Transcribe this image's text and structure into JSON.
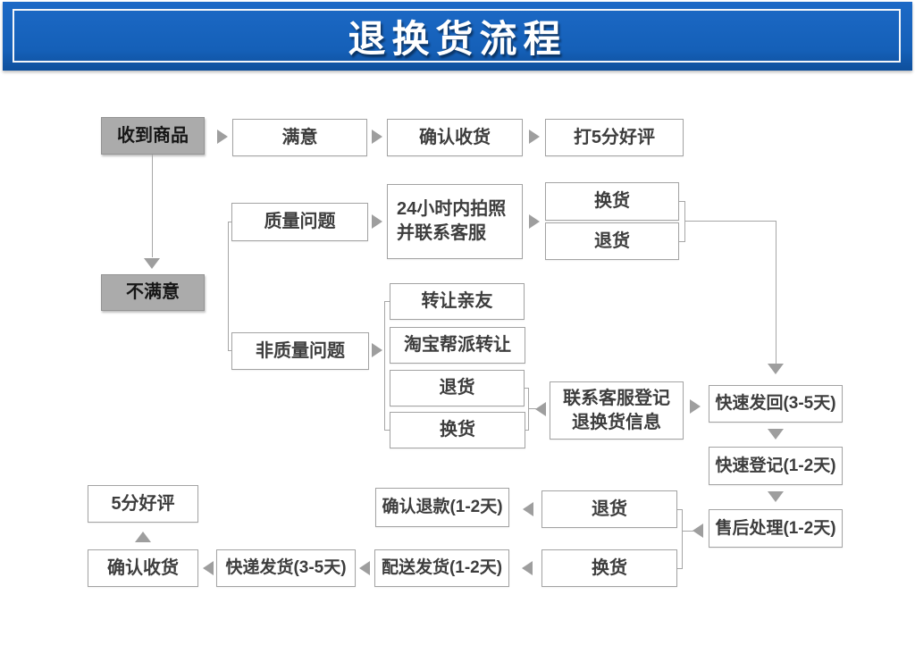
{
  "banner": {
    "title": "退换货流程"
  },
  "accent_color": "#1560b8",
  "nodes": {
    "received": "收到商品",
    "satisfied": "满意",
    "confirm_receipt_top": "确认收货",
    "five_star_top": "打5分好评",
    "quality_issue": "质量问题",
    "photo_24h": "24小时内拍照\n并联系客服",
    "exchange_r2": "换货",
    "return_r2": "退货",
    "unsatisfied": "不满意",
    "non_quality_issue": "非质量问题",
    "transfer_friends": "转让亲友",
    "taobao_transfer": "淘宝帮派转让",
    "return_mid": "退货",
    "exchange_mid": "换货",
    "contact_cs": "联系客服登记\n退换货信息",
    "fast_send_back": "快速发回(3-5天)",
    "fast_register": "快速登记(1-2天)",
    "aftersales": "售后处理(1-2天)",
    "return_bottom": "退货",
    "exchange_bottom": "换货",
    "confirm_refund": "确认退款(1-2天)",
    "delivery_ship": "配送发货(1-2天)",
    "express_ship": "快递发货(3-5天)",
    "confirm_receipt_bottom": "确认收货",
    "five_star_bottom": "5分好评"
  }
}
